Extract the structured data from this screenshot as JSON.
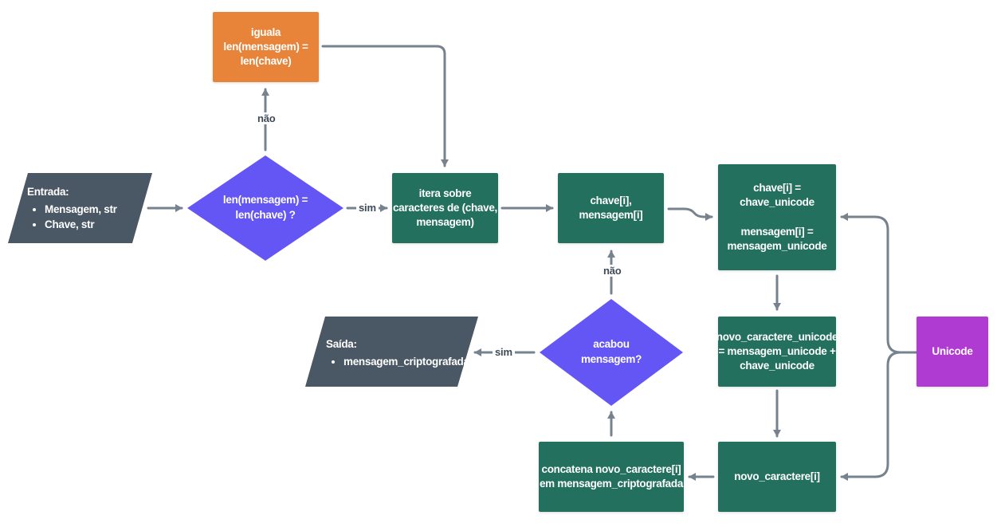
{
  "colors": {
    "process": "#23705e",
    "decision": "#6455f5",
    "io": "#4a5764",
    "highlight": "#e8843a",
    "external": "#b03bd3",
    "edge": "#76838f"
  },
  "nodes": {
    "entrada": {
      "title": "Entrada:",
      "items": [
        "Mensagem, str",
        "Chave, str"
      ]
    },
    "decisao_len": {
      "lines": [
        "len(mensagem) =",
        "len(chave) ?"
      ]
    },
    "iguala": {
      "lines": [
        "iguala",
        "len(mensagem) =",
        "len(chave)"
      ]
    },
    "itera": {
      "lines": [
        "itera sobre",
        "caracteres de (chave,",
        "mensagem)"
      ]
    },
    "chave_i": {
      "lines": [
        "chave[i],",
        "mensagem[i]"
      ]
    },
    "unicode_conv": {
      "lines": [
        "chave[i] =",
        "chave_unicode",
        "",
        "mensagem[i] =",
        "mensagem_unicode"
      ]
    },
    "novo_unicode": {
      "lines": [
        "novo_caractere_unicode",
        "= mensagem_unicode +",
        "chave_unicode"
      ]
    },
    "novo_caractere": {
      "lines": [
        "novo_caractere[i]"
      ]
    },
    "concatena": {
      "lines": [
        "concatena novo_caractere[i]",
        "em mensagem_criptografada"
      ]
    },
    "decisao_fim": {
      "lines": [
        "acabou",
        "mensagem?"
      ]
    },
    "saida": {
      "title": "Saída:",
      "items": [
        "mensagem_criptografada"
      ]
    },
    "unicode": {
      "label": "Unicode"
    }
  },
  "edge_labels": {
    "nao_top": "não",
    "sim_right": "sim",
    "nao_mid": "não",
    "sim_left": "sim"
  }
}
